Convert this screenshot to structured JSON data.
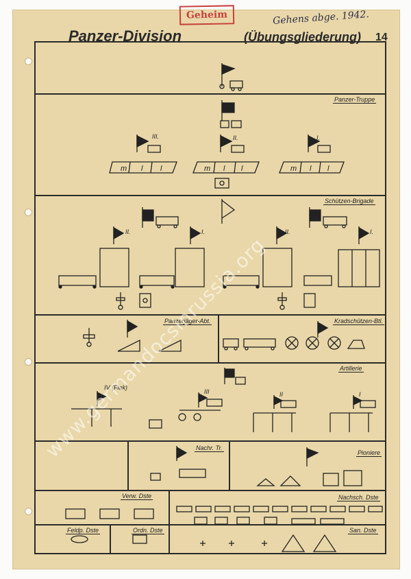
{
  "stamp": "Geheim",
  "handwritten_note": "Gehens abge.  1942.",
  "title_left": "Panzer-Division",
  "title_right": "(Übungsgliederung)",
  "page_number": "14",
  "watermark": "www.germandocsinrussia.org",
  "sections": {
    "panzer_truppe": "Panzer-Truppe",
    "schuetzen_brigade": "Schützen-Brigade",
    "panzerjaeger": "Panzerjäger-Abt.",
    "kradschuetzen": "Kradschützen-Btl.",
    "artillerie": "Artillerie",
    "nachr": "Nachr. Tr.",
    "pioniere": "Pioniere",
    "verw": "Verw. Dste",
    "nachsch": "Nachsch. Dste",
    "feldp": "Feldp. Dste",
    "ordn": "Ordn. Dste",
    "san": "San. Dste"
  },
  "unit_marks": {
    "abt_1": "III.",
    "abt_2": "II.",
    "abt_3": "I.",
    "company_m": "m",
    "company_l": "l",
    "sb_1": "II.",
    "sb_2": "I.",
    "sb_3": "II.",
    "sb_4": "I.",
    "art_1": "IV (Flak)",
    "art_2": "III",
    "art_3": "II",
    "art_4": "I"
  }
}
